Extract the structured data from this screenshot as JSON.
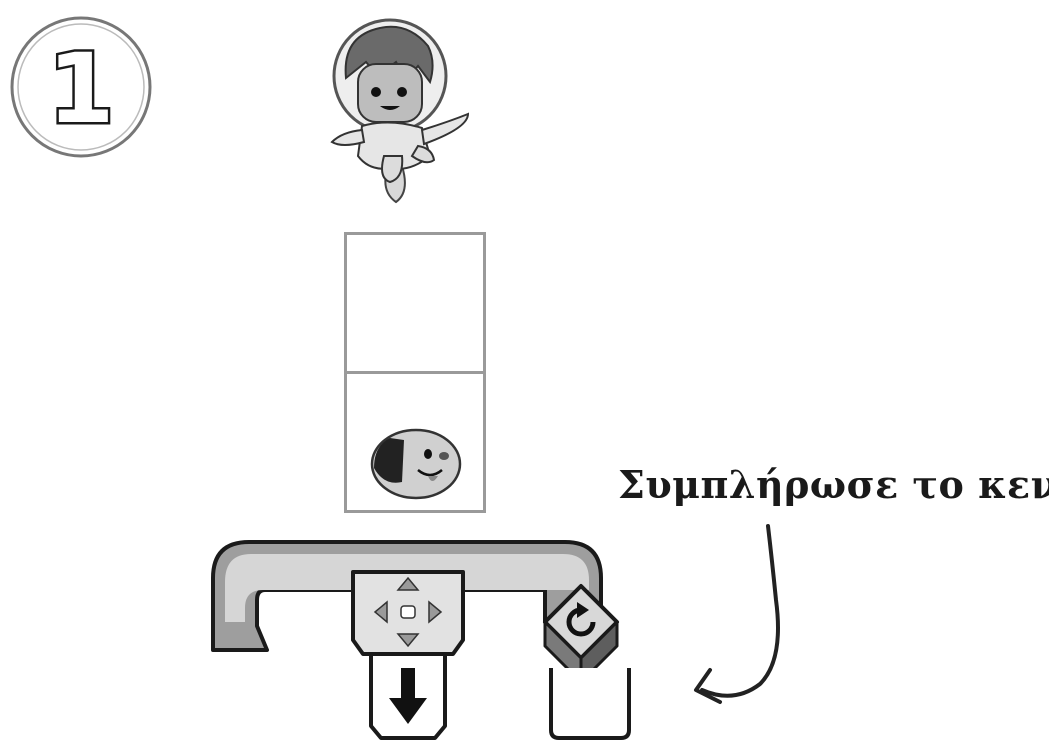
{
  "exercise": {
    "number": "1"
  },
  "instruction": {
    "text": "Συμπλήρωσε το κενό"
  },
  "grid": {
    "rows": 2,
    "cols": 1,
    "character_cell": 2
  },
  "program": {
    "slots": [
      {
        "type": "direction-pad",
        "filled": true
      },
      {
        "type": "move-down",
        "filled": true
      },
      {
        "type": "repeat",
        "filled": true
      },
      {
        "type": "empty",
        "filled": false
      }
    ]
  },
  "icons": [
    "number-circle-icon",
    "astronaut-girl-icon",
    "dog-icon",
    "direction-pad-icon",
    "down-arrow-icon",
    "repeat-icon",
    "hand-drawn-arrow-icon"
  ],
  "colors": {
    "line": "#1a1a1a",
    "grid": "#9a9a9a",
    "block": "#cfcfcf",
    "block_dark": "#8a8a8a"
  }
}
